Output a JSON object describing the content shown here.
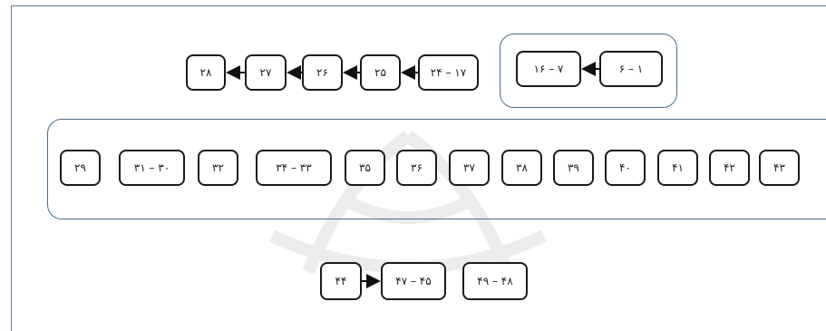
{
  "diagram": {
    "top_right_group": {
      "items": [
        "۱۶ – ۷",
        "۶ – ۱"
      ]
    },
    "top_left_chain": {
      "items": [
        "۲۸",
        "۲۷",
        "۲۶",
        "۲۵",
        "۲۴ – ۱۷"
      ]
    },
    "middle_group": {
      "items": [
        "۲۹",
        "۳۱ – ۳۰",
        "۳۲",
        "۳۴ – ۳۳",
        "۳۵",
        "۳۶",
        "۳۷",
        "۳۸",
        "۳۹",
        "۴۰",
        "۴۱",
        "۴۲",
        "۴۳"
      ]
    },
    "bottom_chain": {
      "items": [
        "۴۴",
        "۴۷ – ۴۵",
        "۴۹ – ۴۸"
      ]
    }
  }
}
